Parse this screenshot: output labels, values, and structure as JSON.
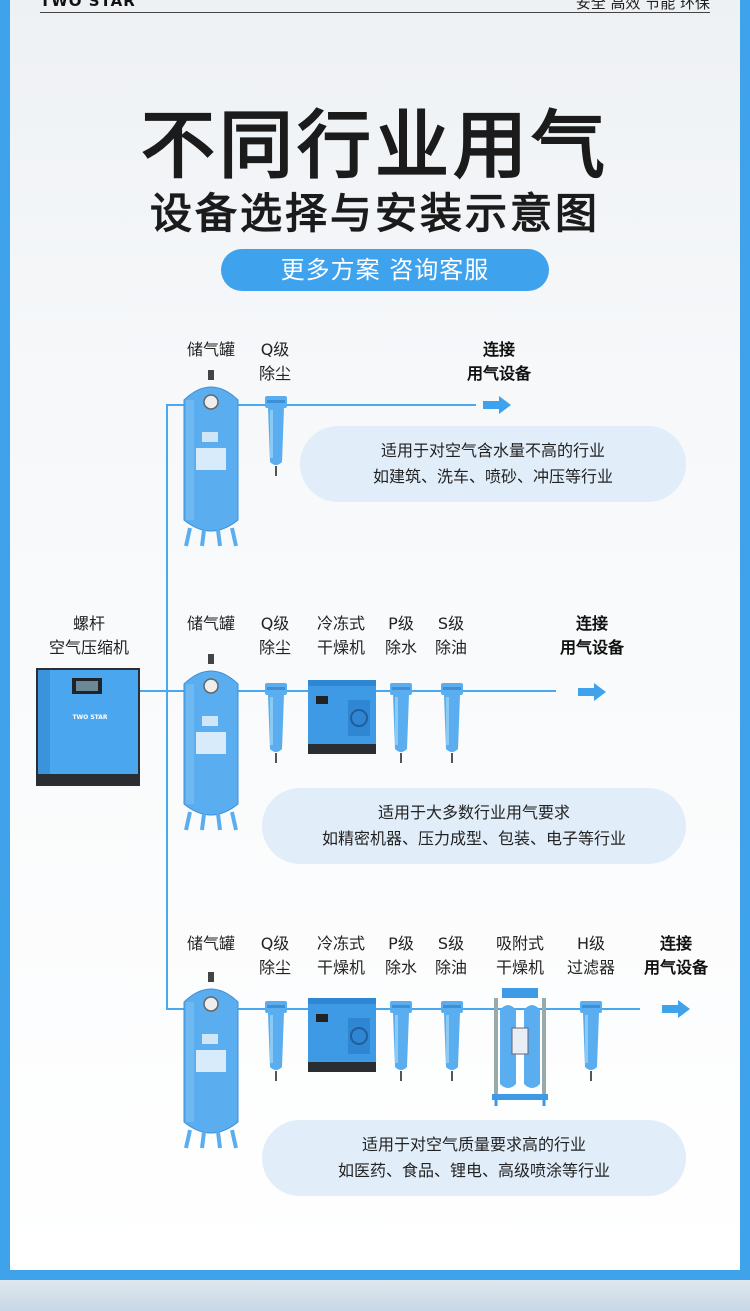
{
  "header": {
    "brand": "TWO STAR",
    "slogan": "安全 高效 节能 环保"
  },
  "title": {
    "line1": "不同行业用气",
    "line2": "设备选择与安装示意图"
  },
  "cta": {
    "label": "更多方案 咨询客服"
  },
  "compressor": {
    "label": "螺杆\n空气压缩机",
    "nameplate": "TWO STAR"
  },
  "rows": [
    {
      "components": [
        {
          "label": "储气罐"
        },
        {
          "label": "Q级\n除尘"
        }
      ],
      "connect": "连接\n用气设备",
      "note": {
        "line1": "适用于对空气含水量不高的行业",
        "line2": "如建筑、洗车、喷砂、冲压等行业"
      }
    },
    {
      "components": [
        {
          "label": "储气罐"
        },
        {
          "label": "Q级\n除尘"
        },
        {
          "label": "冷冻式\n干燥机"
        },
        {
          "label": "P级\n除水"
        },
        {
          "label": "S级\n除油"
        }
      ],
      "connect": "连接\n用气设备",
      "note": {
        "line1": "适用于大多数行业用气要求",
        "line2": "如精密机器、压力成型、包装、电子等行业"
      }
    },
    {
      "components": [
        {
          "label": "储气罐"
        },
        {
          "label": "Q级\n除尘"
        },
        {
          "label": "冷冻式\n干燥机"
        },
        {
          "label": "P级\n除水"
        },
        {
          "label": "S级\n除油"
        },
        {
          "label": "吸附式\n干燥机"
        },
        {
          "label": "H级\n过滤器"
        }
      ],
      "connect": "连接\n用气设备",
      "note": {
        "line1": "适用于对空气质量要求高的行业",
        "line2": "如医药、食品、锂电、高级喷涂等行业"
      }
    }
  ],
  "colors": {
    "accent": "#3ea2ec",
    "equipment": "#5aaef0",
    "note_bg": "#e1eefa"
  },
  "icons": [
    "tank-icon",
    "filter-icon",
    "refrigerated-dryer-icon",
    "adsorption-dryer-icon",
    "arrow-right-icon",
    "compressor-icon"
  ]
}
